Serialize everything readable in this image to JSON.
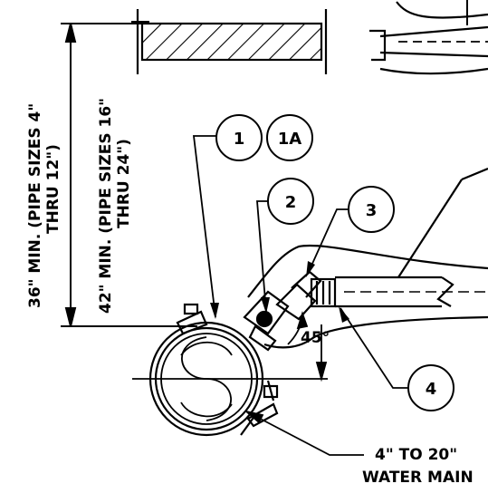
{
  "callouts": [
    "1",
    "1A",
    "2",
    "3",
    "4"
  ],
  "dimensions": {
    "depth_small_line1": "36\" MIN. (PIPE SIZES 4\"",
    "depth_small_line2": "THRU 12\")",
    "depth_large_line1": "42\" MIN. (PIPE SIZES 16\"",
    "depth_large_line2": "THRU 24\")",
    "angle": "45°"
  },
  "main_label": {
    "line1": "4\" TO 20\"",
    "line2": "WATER MAIN"
  }
}
